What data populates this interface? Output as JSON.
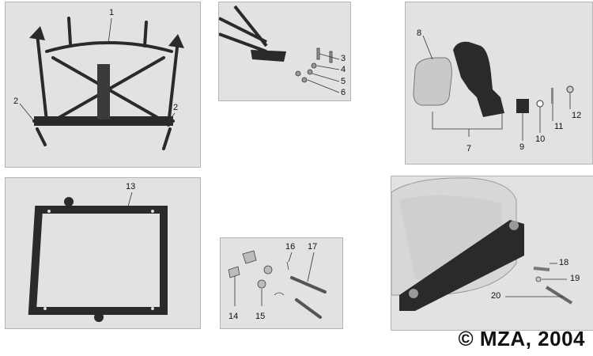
{
  "panels": {
    "frame": {
      "callouts": [
        "1",
        "2",
        "2"
      ]
    },
    "bracket": {
      "callouts": [
        "3",
        "4",
        "5",
        "6"
      ]
    },
    "mirror": {
      "callouts": [
        "8",
        "7",
        "9",
        "10",
        "11",
        "12"
      ]
    },
    "plate": {
      "callouts": [
        "13"
      ]
    },
    "hardware": {
      "callouts": [
        "16",
        "17",
        "14",
        "15"
      ]
    },
    "headlight": {
      "callouts": [
        "18",
        "19",
        "20"
      ]
    }
  },
  "copyright": "© MZA, 2004",
  "colors": {
    "panel": "#e2e2e2",
    "part": "#2a2a2a",
    "line": "#333333"
  }
}
